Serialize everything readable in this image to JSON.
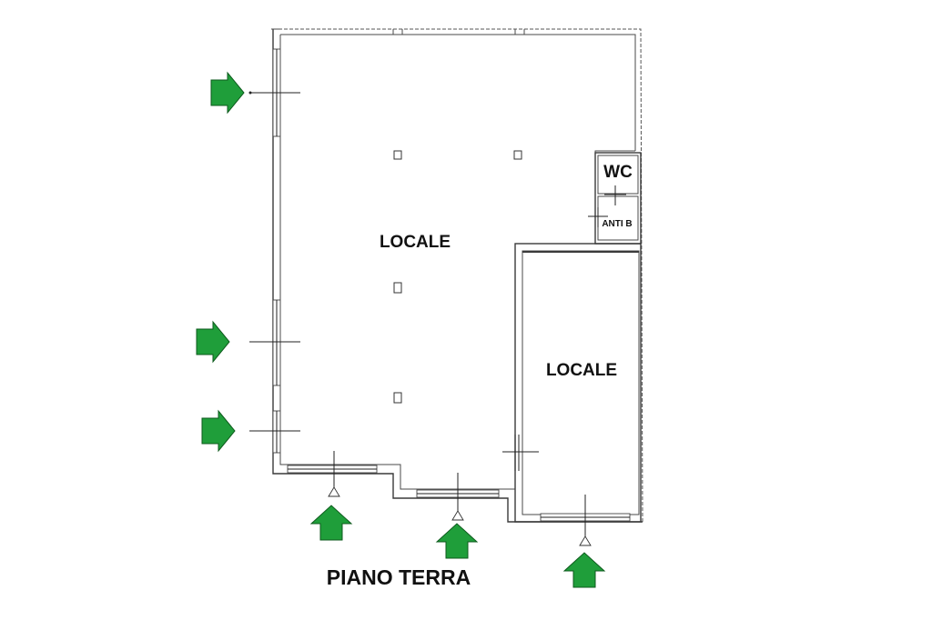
{
  "rooms": {
    "main": {
      "label": "LOCALE"
    },
    "secondary": {
      "label": "LOCALE"
    },
    "wc": {
      "label": "WC"
    },
    "anti_bagno": {
      "label": "ANTI B"
    }
  },
  "floor_title": "PIANO TERRA",
  "colors": {
    "arrow_fill": "#1f9e3a",
    "wall_stroke": "#3a3a3a",
    "text": "#111111"
  },
  "icons": {
    "entry_arrow": "green-arrow-icon"
  }
}
